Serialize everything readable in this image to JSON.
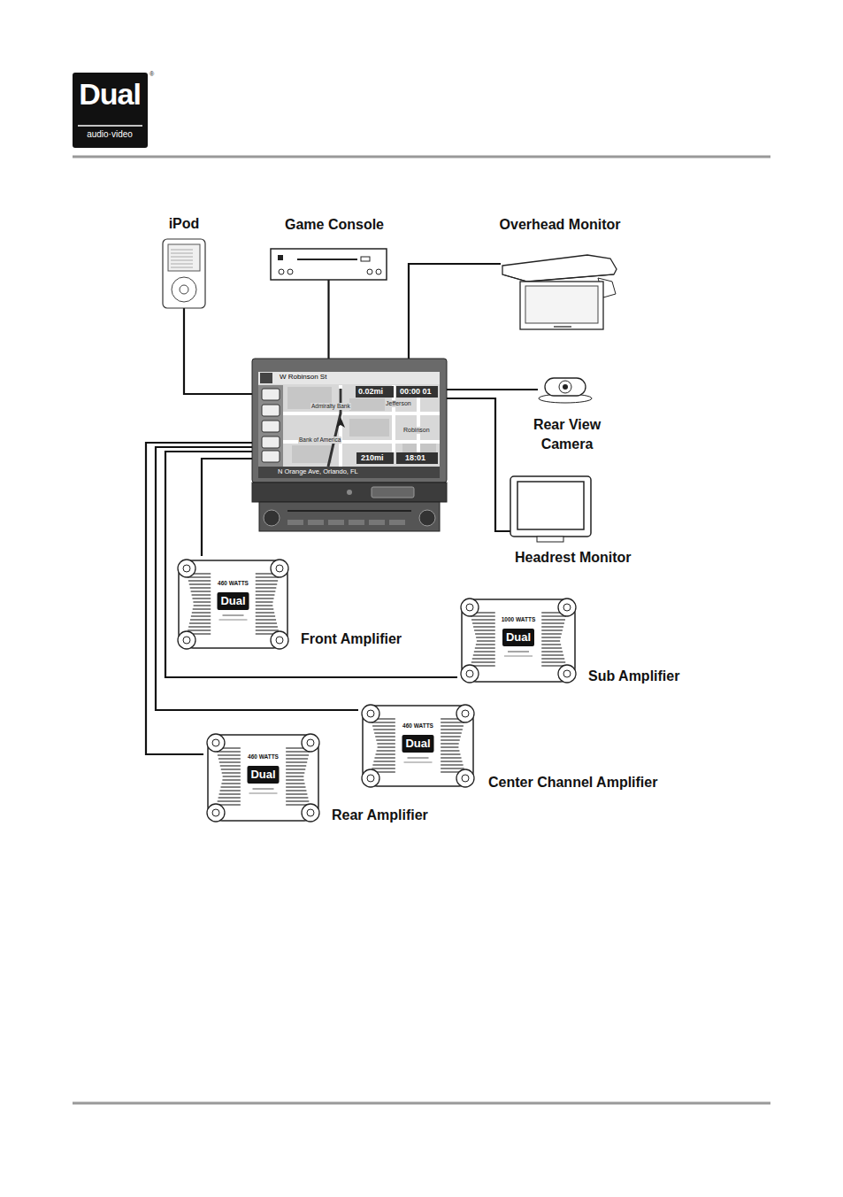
{
  "diagram": {
    "nodes": [
      {
        "text": [
          "iPod"
        ]
      },
      {
        "text": [
          "Game Console"
        ]
      },
      {
        "text": [
          "Overhead Monitor"
        ]
      },
      {
        "text": [
          "W Robinson St",
          "0.02mi",
          "00:00 01",
          "Jefferson",
          "Admiralty Bank",
          "Robinson",
          "Bank of America",
          "210mi",
          "18:01",
          "N Orange Ave, Orlando, FL"
        ]
      },
      {
        "text": [
          "Rear View Camera"
        ]
      },
      {
        "text": [
          "Headrest Monitor"
        ]
      },
      {
        "text": [
          "460 WATTS",
          "Dual",
          "Front Amplifier"
        ]
      },
      {
        "text": [
          "1000 WATTS",
          "Dual",
          "Sub Amplifier"
        ]
      },
      {
        "text": [
          "460 WATTS",
          "Dual",
          "Center Channel Amplifier"
        ]
      },
      {
        "text": [
          "460 WATTS",
          "Dual",
          "Rear Amplifier"
        ]
      }
    ],
    "edges": [
      {
        "from": 0,
        "to": 3,
        "arrow": "none"
      },
      {
        "from": 1,
        "to": 3,
        "arrow": "none"
      },
      {
        "from": 2,
        "to": 3,
        "arrow": "none"
      },
      {
        "from": 4,
        "to": 3,
        "arrow": "none"
      },
      {
        "from": 5,
        "to": 3,
        "arrow": "none"
      },
      {
        "from": 6,
        "to": 3,
        "arrow": "none"
      },
      {
        "from": 7,
        "to": 3,
        "arrow": "none"
      },
      {
        "from": 8,
        "to": 3,
        "arrow": "none"
      },
      {
        "from": 9,
        "to": 3,
        "arrow": "none"
      }
    ],
    "labels": [
      "Dual",
      "audio·video",
      "®"
    ]
  }
}
